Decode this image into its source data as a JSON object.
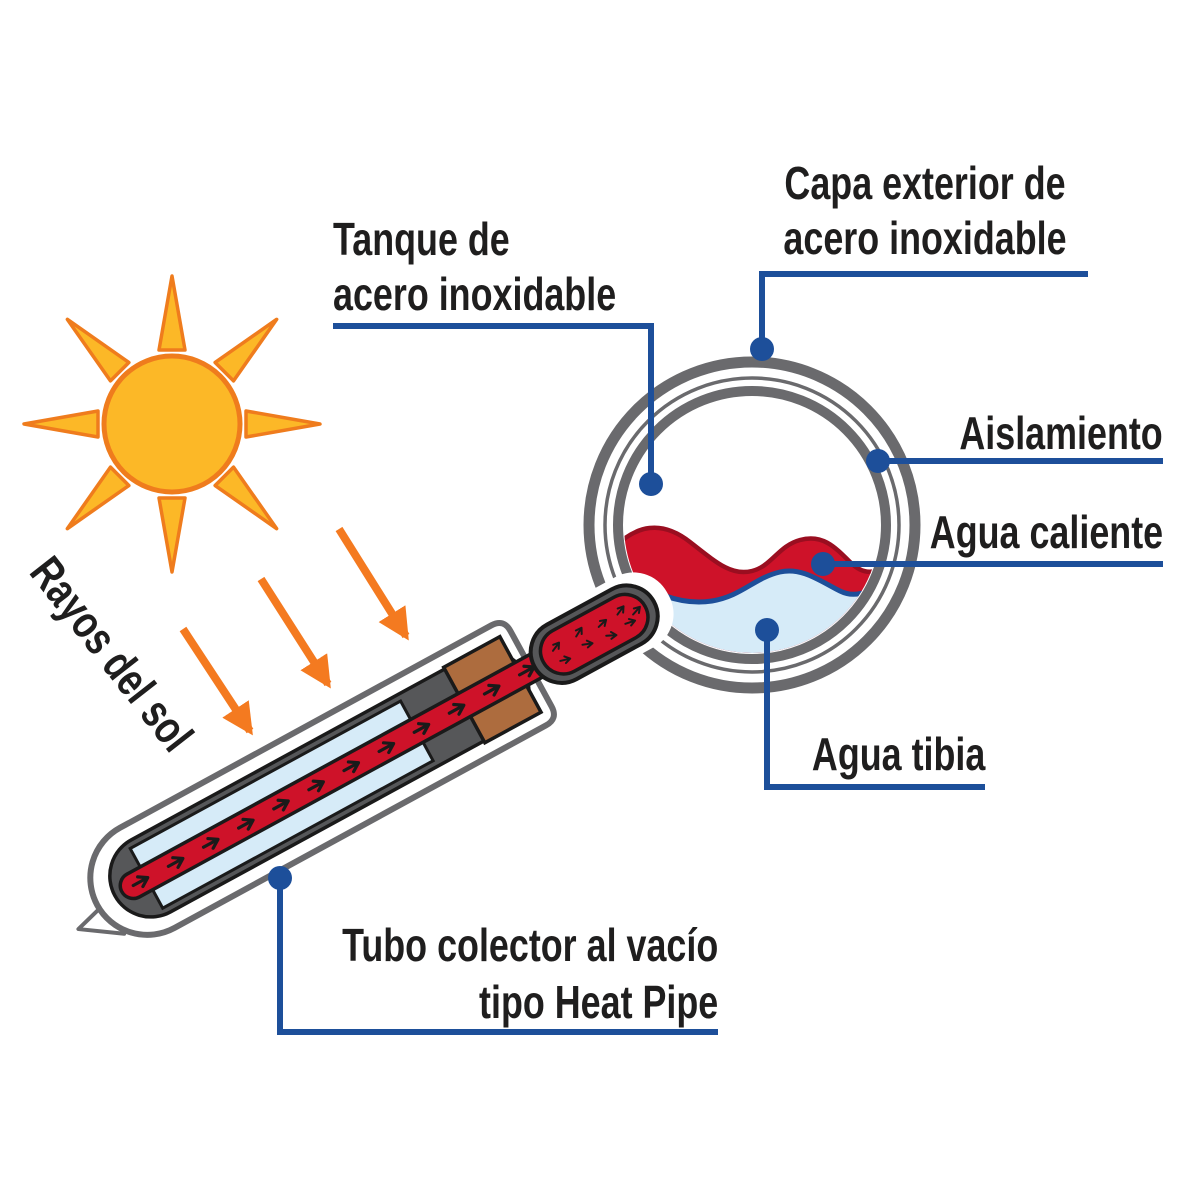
{
  "labels": {
    "capa_exterior": {
      "line1": "Capa exterior de",
      "line2": "acero inoxidable"
    },
    "tanque": {
      "line1": "Tanque de",
      "line2": "acero inoxidable"
    },
    "aislamiento": "Aislamiento",
    "agua_caliente": "Agua caliente",
    "agua_tibia": "Agua tibia",
    "tubo": {
      "line1": "Tubo colector al vacío",
      "line2": "tipo Heat Pipe"
    },
    "rayos": "Rayos del sol"
  },
  "colors": {
    "blue": "#1D4F9A",
    "red": "#CE1229",
    "dark_red": "#9A0E20",
    "lightblue": "#D6EBF8",
    "gray": "#6A6A6D",
    "darkgray": "#565759",
    "brown": "#AD6C3E",
    "orange": "#F47A20",
    "sun": "#FCB827",
    "sun_stroke": "#EF7C1D",
    "black": "#1A1A1A",
    "text": "#1F1E1E"
  },
  "diagram": {
    "type": "solar-water-heater-cutaway",
    "parts": [
      "sun",
      "solar-rays",
      "vacuum-collector-tube",
      "heat-pipe",
      "condenser-bulb",
      "storage-tank",
      "outer-steel-layer",
      "insulation",
      "hot-water-layer",
      "warm-water-layer"
    ]
  }
}
